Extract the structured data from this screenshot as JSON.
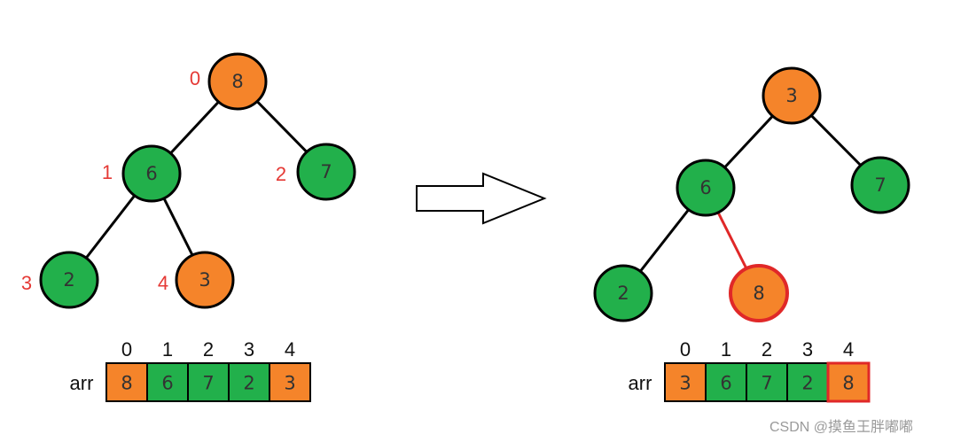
{
  "colors": {
    "orange": "#f5842a",
    "green": "#22b04b",
    "index_red": "#e53935",
    "highlight_red": "#e02828",
    "edge": "#000000"
  },
  "before": {
    "nodes": [
      {
        "value": "8",
        "index": "0",
        "color": "orange"
      },
      {
        "value": "6",
        "index": "1",
        "color": "green"
      },
      {
        "value": "7",
        "index": "2",
        "color": "green"
      },
      {
        "value": "2",
        "index": "3",
        "color": "green"
      },
      {
        "value": "3",
        "index": "4",
        "color": "orange"
      }
    ],
    "array": {
      "label": "arr",
      "headers": [
        "0",
        "1",
        "2",
        "3",
        "4"
      ],
      "cells": [
        {
          "value": "8",
          "color": "orange"
        },
        {
          "value": "6",
          "color": "green"
        },
        {
          "value": "7",
          "color": "green"
        },
        {
          "value": "2",
          "color": "green"
        },
        {
          "value": "3",
          "color": "orange"
        }
      ]
    }
  },
  "after": {
    "nodes": [
      {
        "value": "3",
        "color": "orange"
      },
      {
        "value": "6",
        "color": "green"
      },
      {
        "value": "7",
        "color": "green"
      },
      {
        "value": "2",
        "color": "green"
      },
      {
        "value": "8",
        "color": "orange",
        "highlighted": true
      }
    ],
    "array": {
      "label": "arr",
      "headers": [
        "0",
        "1",
        "2",
        "3",
        "4"
      ],
      "cells": [
        {
          "value": "3",
          "color": "orange"
        },
        {
          "value": "6",
          "color": "green"
        },
        {
          "value": "7",
          "color": "green"
        },
        {
          "value": "2",
          "color": "green"
        },
        {
          "value": "8",
          "color": "orange",
          "highlighted": true
        }
      ]
    }
  },
  "watermark": "CSDN @摸鱼王胖嘟嘟"
}
